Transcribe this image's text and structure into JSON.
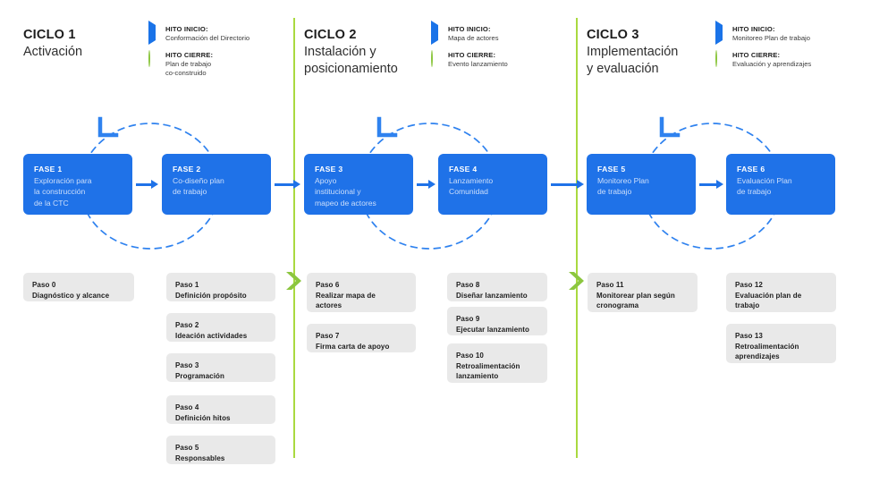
{
  "colors": {
    "blue": "#1f72e8",
    "blue_light_text": "#cddffb",
    "green": "#8cc63f",
    "green_line": "#a9d93f",
    "gray_box": "#e9e9e9",
    "dashed_loop": "#2f82ef"
  },
  "cycles": [
    {
      "number": "CICLO 1",
      "name": "Activación",
      "milestones": [
        {
          "icon": "play-triangle-icon",
          "title": "HITO INICIO:",
          "text": "Conformación del Directorio"
        },
        {
          "icon": "circle-outline-icon",
          "title": "HITO CIERRE:",
          "text": "Plan de trabajo\nco-construido"
        }
      ]
    },
    {
      "number": "CICLO 2",
      "name": "Instalación y\nposicionamiento",
      "milestones": [
        {
          "icon": "play-triangle-icon",
          "title": "HITO INICIO:",
          "text": "Mapa de actores"
        },
        {
          "icon": "circle-outline-icon",
          "title": "HITO CIERRE:",
          "text": "Evento lanzamiento"
        }
      ]
    },
    {
      "number": "CICLO 3",
      "name": "Implementación\ny evaluación",
      "milestones": [
        {
          "icon": "play-triangle-icon",
          "title": "HITO INICIO:",
          "text": "Monitoreo Plan de trabajo"
        },
        {
          "icon": "circle-outline-icon",
          "title": "HITO CIERRE:",
          "text": "Evaluación y aprendizajes"
        }
      ]
    }
  ],
  "phases": [
    {
      "title": "FASE 1",
      "desc": "Exploración para\nla construcción\nde la CTC"
    },
    {
      "title": "FASE 2",
      "desc": "Co-diseño plan\nde trabajo"
    },
    {
      "title": "FASE 3",
      "desc": "Apoyo\ninstitucional y\nmapeo de actores"
    },
    {
      "title": "FASE 4",
      "desc": "Lanzamiento\nComunidad"
    },
    {
      "title": "FASE 5",
      "desc": "Monitoreo Plan\nde trabajo"
    },
    {
      "title": "FASE 6",
      "desc": "Evaluación Plan\nde trabajo"
    }
  ],
  "step_columns": [
    {
      "column": 1,
      "steps": [
        {
          "num": "Paso 0",
          "text": "Diagnóstico y alcance"
        }
      ]
    },
    {
      "column": 2,
      "steps": [
        {
          "num": "Paso 1",
          "text": "Definición propósito"
        },
        {
          "num": "Paso 2",
          "text": "Ideación actividades"
        },
        {
          "num": "Paso 3",
          "text": "Programación"
        },
        {
          "num": "Paso 4",
          "text": "Definición hitos"
        },
        {
          "num": "Paso 5",
          "text": "Responsables"
        }
      ]
    },
    {
      "column": 3,
      "steps": [
        {
          "num": "Paso 6",
          "text": "Realizar mapa de\nactores"
        },
        {
          "num": "Paso 7",
          "text": "Firma carta de apoyo"
        }
      ]
    },
    {
      "column": 4,
      "steps": [
        {
          "num": "Paso 8",
          "text": "Diseñar lanzamiento"
        },
        {
          "num": "Paso 9",
          "text": "Ejecutar lanzamiento"
        },
        {
          "num": "Paso 10",
          "text": "Retroalimentación\nlanzamiento"
        }
      ]
    },
    {
      "column": 5,
      "steps": [
        {
          "num": "Paso 11",
          "text": "Monitorear plan según\ncronograma"
        }
      ]
    },
    {
      "column": 6,
      "steps": [
        {
          "num": "Paso 12",
          "text": "Evaluación plan de\ntrabajo"
        },
        {
          "num": "Paso 13",
          "text": "Retroalimentación\naprendizajes"
        }
      ]
    }
  ]
}
